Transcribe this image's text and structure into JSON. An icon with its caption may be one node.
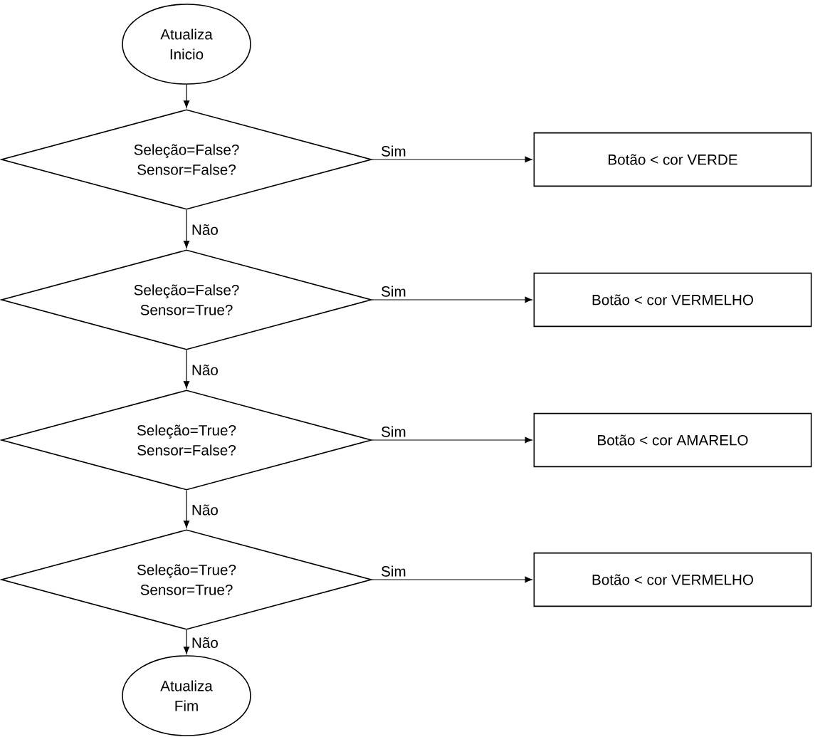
{
  "diagram": {
    "nodes": [
      {
        "text": [
          "Atualiza Inicio"
        ]
      },
      {
        "text": [
          "Seleção=False? Sensor=False?"
        ]
      },
      {
        "text": [
          "Botão < cor VERDE"
        ]
      },
      {
        "text": [
          "Seleção=False? Sensor=True?"
        ]
      },
      {
        "text": [
          "Botão < cor VERMELHO"
        ]
      },
      {
        "text": [
          "Seleção=True? Sensor=False?"
        ]
      },
      {
        "text": [
          "Botão < cor AMARELO"
        ]
      },
      {
        "text": [
          "Seleção=True? Sensor=True?"
        ]
      },
      {
        "text": [
          "Botão < cor VERMELHO"
        ]
      },
      {
        "text": [
          "Atualiza Fim"
        ]
      }
    ],
    "edges": [
      {
        "from": 0,
        "to": 1,
        "arrow": "to"
      },
      {
        "from": 1,
        "to": 2,
        "arrow": "to",
        "label": "Sim"
      },
      {
        "from": 1,
        "to": 3,
        "arrow": "to",
        "label": "Não"
      },
      {
        "from": 3,
        "to": 4,
        "arrow": "to",
        "label": "Sim"
      },
      {
        "from": 3,
        "to": 5,
        "arrow": "to",
        "label": "Não"
      },
      {
        "from": 5,
        "to": 6,
        "arrow": "to",
        "label": "Sim"
      },
      {
        "from": 5,
        "to": 7,
        "arrow": "to",
        "label": "Não"
      },
      {
        "from": 7,
        "to": 8,
        "arrow": "to",
        "label": "Sim"
      },
      {
        "from": 7,
        "to": 9,
        "arrow": "to",
        "label": "Não"
      }
    ]
  }
}
